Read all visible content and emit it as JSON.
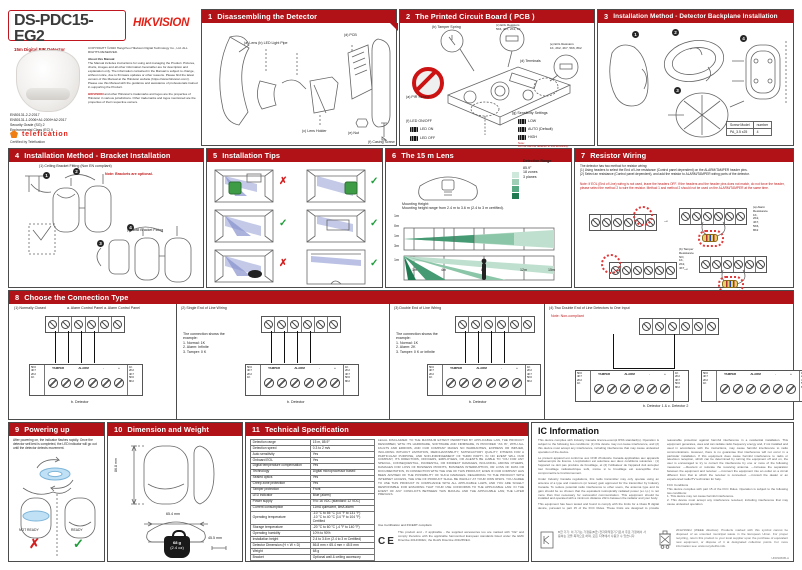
{
  "masthead": {
    "model": "DS-PDC15-EG2",
    "subtitle": "15m Digital PIR Detector",
    "brand": "HIKVISION",
    "copyright": "COPYRIGHT ©2020 Hangzhou Hikvision Digital Technology Co., Ltd. ALL RIGHTS RESERVED.",
    "about_heading": "About this Manual",
    "about": "The Manual includes instructions for using and managing the Product. Pictures, charts, images and all other information hereinafter are for description and explanation only. The information contained in the Manual is subject to change, without notice, due to firmware updates or other reasons. Please find the latest version of this Manual at the Hikvision website (https://www.hikvision.com/). Please use this Manual with the guidance and assistance of professionals trained in supporting the Product.",
    "trademark_lead": "HIKVISION",
    "trademark_rest": " and other Hikvision's trademarks and logos are the properties of Hikvision in various jurisdictions. Other trademarks and logos mentioned are the properties of their respective owners.",
    "standards": "EN50131-2-2:2017\nEN50131-1:2006+A1:2009+A2:2017\nSecurity Grade (SG) 2\nEnvironmental Class (EC) II",
    "cert_logo": "telefication",
    "cert_note": "Certified by Telefication"
  },
  "s1": {
    "num": "1",
    "title": "Disassembling the Detector",
    "label_ab": "(a) Lens (b) LED Light Pipe",
    "label_c": "(c) Lens Holder",
    "label_d": "(d) PCB",
    "label_e": "(e) Nut",
    "label_f": "(f) Casing Screw"
  },
  "s2": {
    "num": "2",
    "title": "The Printed Circuit Board ( PCB )",
    "label_a": "(a) PIR Sensor",
    "label_b": "(b) Tamper Spring",
    "label_c": "(c) EOL Resistors\n5K6, 4K7, 2K2, 1K",
    "label_d": "(d) Terminals",
    "label_e": "(e) EOL Resistors\n1K, 2K2, 4K7, 5K6, 8K2",
    "label_f": "(f) LED ON/OFF",
    "led_on": "LED ON",
    "led_off": "LED OFF",
    "label_g": "(g) Sensitivity Settings",
    "sens_low": "LOW",
    "sens_auto": "AUTO (Default)",
    "sens_high": "HIGH",
    "note": "Note:\nDo not use the detector in low sensitivity."
  },
  "s3": {
    "num": "3",
    "title": "Installation Method - Detector Backplane Installation",
    "steps": [
      "1",
      "2",
      "3",
      "4"
    ],
    "table_h1": "Screw Model",
    "table_h2": "number",
    "table_v1": "PA_3.5 x25",
    "table_v2": "4"
  },
  "s4": {
    "num": "4",
    "title": "Installation Method - Bracket Installation",
    "ceiling": "(1) Ceiling Bracket Fitting (Non EN compliant)",
    "note": "Note: Brackets are optional.",
    "wall": "(2) Wall Bracket Fitting",
    "steps": [
      "1",
      "2",
      "3",
      "4"
    ]
  },
  "s5": {
    "num": "5",
    "title": "Installation Tips",
    "marks": [
      "✗",
      "✓",
      "✓",
      "✓",
      "✗",
      "✓"
    ]
  },
  "s6": {
    "num": "6",
    "title": "The 15 m Lens",
    "legend_title": "Detection Range",
    "legend": "85.9°\n18 zones\n3 planes",
    "mount": "Mounting Height:\nMounting height range from 2.4 m to 3.6 m (2.4 to 3 m certified).",
    "y_top": [
      "1m",
      "0m",
      "1m"
    ],
    "y_bottom": [
      "3m",
      "1m"
    ],
    "x_axis": [
      "1m",
      "4m",
      "8m",
      "12m",
      "15m"
    ]
  },
  "s7": {
    "num": "7",
    "title": "Resistor Wiring",
    "intro": "The detector has two method for resistor wiring:\n(1) Using headers to select the End of Line resistance (Control panel dependent) on the ALARM/TAMPER header pins.\n(2) Select an resistance (Control panel dependent), and add the resistor to ALARM/TAMPER wiring ports of the detector.",
    "note": "Note: If EOL (End of Line) wiring is not used, leave the headers OFF. If the headers and the header pins does not match, do not force the header, please select the method 2 to wire the resistor. Method 1 and method 2 should not be used on the ALARM/TAMPER at the same time.",
    "alarm_res": "(a) Alarm\nResistance\n1K,\n2K2,\n4K7,\n5K6,\n8K2",
    "tamper_res": "(b) Tamper\nResistance\nNO,\n1K,\n2K2,\n4K7"
  },
  "s8": {
    "num": "8",
    "title": "Choose the Connection Type",
    "p1_title": "(1) Normally Closed",
    "p1_panels": "a. Alarm Control Panel a. Alarm Control Panel",
    "p2_title": "(2) Single End of Line Wiring",
    "p2_example": "The connection shows the example:\n1. Normal: 1K\n2. Alarm: Infinite\n3. Tamper: 0 K",
    "p3_title": "(3) Double End of Line Wiring",
    "p3_panels": "a. Alarm Control Panel a. Alarm Control Panel",
    "p3_example": "The connection shows the example:\n1. Normal: 1K\n2. Alarm: 2K\n3. Tamper: 0 K or infinite",
    "p4_title": "(4) Two Double End of Line Detectors to One Input",
    "p4_note": "Note: Non-compliant",
    "detector_caption": "b. Detector",
    "p4_caption": "b. Detector 1 & c. Detector 2",
    "term": {
      "tamper": "TAMPER",
      "alarm": "ALARM",
      "minus": "-",
      "plus": "+"
    },
    "tamper_vals": "5K6\n4K7\n2K2\n1K",
    "alarm_vals": "1K\n2K2\n4K7\n5K6\n8K2"
  },
  "s9": {
    "num": "9",
    "title": "Powering up",
    "text": "After powering on, the indicator flashes rapidly. Once the detector self-test is completed, the LED indicator will go out until the detector detects movement.",
    "not_ready": "NOT READY",
    "ready": "READY",
    "cross": "✗",
    "check": "✓"
  },
  "s10": {
    "num": "10",
    "title": "Dimension and Weight",
    "height": "86.8 mm",
    "width": "65.4 mm",
    "depth": "45.5 mm",
    "weight": "68 g",
    "weight_oz": "(2.4 oz)"
  },
  "s11": {
    "num": "11",
    "title": "Technical Specification",
    "rows": [
      {
        "k": "Detection range",
        "v": "15 m, 85.9°"
      },
      {
        "k": "Detection speed",
        "v": "0.3 to 2 m/s"
      },
      {
        "k": "Auto sensitivity",
        "v": "Yes"
      },
      {
        "k": "Onboard EOL",
        "v": "Yes"
      },
      {
        "k": "Digital temperature compensation",
        "v": "Yes"
      },
      {
        "k": "Technology",
        "v": "Digital microprocessor based"
      },
      {
        "k": "Sealed optics",
        "v": "Yes"
      },
      {
        "k": "Creep zone protection",
        "v": "Yes"
      },
      {
        "k": "Tamper protection",
        "v": "Front"
      },
      {
        "k": "LED indicator",
        "v": "Blue (alarm)"
      },
      {
        "k": "Power supply",
        "v": "9 to 16 VDC (standard: 12 VDC)"
      },
      {
        "k": "Current consumption",
        "v": "11mA quiescent, 8mA alarm"
      },
      {
        "k": "Operating temperature",
        "v": "-10 °C to 55 °C (14 °F to 131 °F)\n-10 °C to 40 °C (14 °F to 104 °F) Certified"
      },
      {
        "k": "Storage temperature",
        "v": "-20 °C to 60 °C (-4 °F to 140 °F)"
      },
      {
        "k": "Operating humidity",
        "v": "10% to 90%"
      },
      {
        "k": "Installation height",
        "v": "2.4 to 3.6 m (2.4 to 3 m Certified)"
      },
      {
        "k": "Detector Dimension (H × W × D)",
        "v": "86.8 mm × 65.4 mm × 45.5 mm"
      },
      {
        "k": "Weight",
        "v": "68 g"
      },
      {
        "k": "Bracket",
        "v": "Optional wall & ceiling accessory"
      }
    ],
    "disclaimer": "LEGAL DISCLAIMER: TO THE MAXIMUM EXTENT PERMITTED BY APPLICABLE LAW, THE PRODUCT DESCRIBED, WITH ITS HARDWARE, SOFTWARE AND FIRMWARE, IS PROVIDED \"AS IS\", WITH ALL FAULTS AND ERRORS, AND OUR COMPANY MAKES NO WARRANTIES, EXPRESS OR IMPLIED, INCLUDING WITHOUT LIMITATION, MERCHANTABILITY, SATISFACTORY QUALITY, FITNESS FOR A PARTICULAR PURPOSE, AND NON-INFRINGEMENT OF THIRD PARTY. IN NO EVENT WILL OUR COMPANY, ITS DIRECTORS, OFFICERS, EMPLOYEES, OR AGENTS BE LIABLE TO YOU FOR ANY SPECIAL, CONSEQUENTIAL, INCIDENTAL, OR INDIRECT DAMAGES, INCLUDING, AMONG OTHERS, DAMAGES FOR LOSS OF BUSINESS PROFITS, BUSINESS INTERRUPTION, OR LOSS OF DATA OR DOCUMENTATION, IN CONNECTION WITH THE USE OF THIS PRODUCT, EVEN IF OUR COMPANY HAS BEEN ADVISED OF THE POSSIBILITY OF SUCH DAMAGES. REGARDING TO THE PRODUCT WITH INTERNET ACCESS, THE USE OF PRODUCT SHALL BE WHOLLY AT YOUR OWN RISKS. YOU AGREE TO USE THIS PRODUCT IN COMPLIANCE WITH ALL APPLICABLE LAWS, AND YOU ARE SOLELY RESPONSIBLE FOR ENSURING THAT YOUR USE CONFORMS TO THE APPLICABLE LAW. IN THE EVENT OF ANY CONFLICTS BETWEEN THIS MANUAL AND THE APPLICABLE LAW, THE LATER PREVAILS.",
    "eu_note": "Use Certification and INCERT compliant.",
    "ce_text": "This product and - if applicable - the supplied accessories too are marked with \"CE\" and comply therefore with the applicable harmonized European standards listed under the EMC Directive 2014/30/EU, the RoHS Directive 2011/65/EU.",
    "ce_mark": "CE"
  },
  "ic": {
    "heading": "IC Information",
    "p1": "This device complies with Industry Canada licence-exempt RSS standard(s). Operation is subject to the following two conditions: (1) this device may not cause interference, and (2) this device must accept any interference, including interference that may cause undesired operation of the device.",
    "p2": "Le présent appareil est conforme aux CNR d'Industrie Canada applicables aux appareils radioexempts de licence. L'exploitation est autorisée aux deux conditions suivantes : (1) l'appareil ne doit pas produire de brouillage, et (2) l'utilisateur de l'appareil doit accepter tout brouillage radioélectrique subi, même si le brouillage est susceptible d'en compromettre le fonctionnement.",
    "p3": "Under Industry Canada regulations, this radio transmitter may only operate using an antenna of a type and maximum (or lesser) gain approved for the transmitter by Industry Canada. To reduce potential radio interference to other users, the antenna type and its gain should be so chosen that the equivalent isotropically radiated power (e.i.r.p.) is not more than that necessary for successful communication. This equipment should be installed and operated with a minimum distance 20cm between the radiator and your body.",
    "p4": "This equipment has been tested and found to comply with the limits for a Class B digital device, pursuant to part 15 of the FCC Rules. These limits are designed to provide reasonable protection against harmful interference in a residential installation. This equipment generates, uses and can radiate radio frequency energy and, if not installed and used in accordance with the instructions, may cause harmful interference to radio communications. However, there is no guarantee that interference will not occur in a particular installation. If this equipment does cause harmful interference to radio or television reception, which can be determined by turning the equipment off and on, the user is encouraged to try to correct the interference by one or more of the following measures: —Reorient or relocate the receiving antenna. —Increase the separation between the equipment and receiver. —Connect the equipment into an outlet on a circuit different from that to which the receiver is connected. —Consult the dealer or an experienced radio/TV technician for help.",
    "p5": "FCC Conditions\nThis device complies with part 15 of the FCC Rules. Operation is subject to the following two conditions:\n1. This device may not cause harmful interference.\n2. This device must accept any interference received, including interference that may cause undesired operation.",
    "weee": "2012/19/EU (WEEE directive): Products marked with this symbol cannot be disposed of as unsorted municipal waste in the European Union. For proper recycling, return this product to your local supplier upon the purchase of equivalent new equipment, or dispose of it at designated collection points. For more information see: www.recyclethis.info.",
    "kc": "B급 기기: 이 기기는 가정용(B급) 전자파적합기기로서 주로 가정에서 사용하는 것을 목적으로 하며, 모든 지역에서 사용할 수 있습니다.",
    "version": "UD09066B-A"
  }
}
